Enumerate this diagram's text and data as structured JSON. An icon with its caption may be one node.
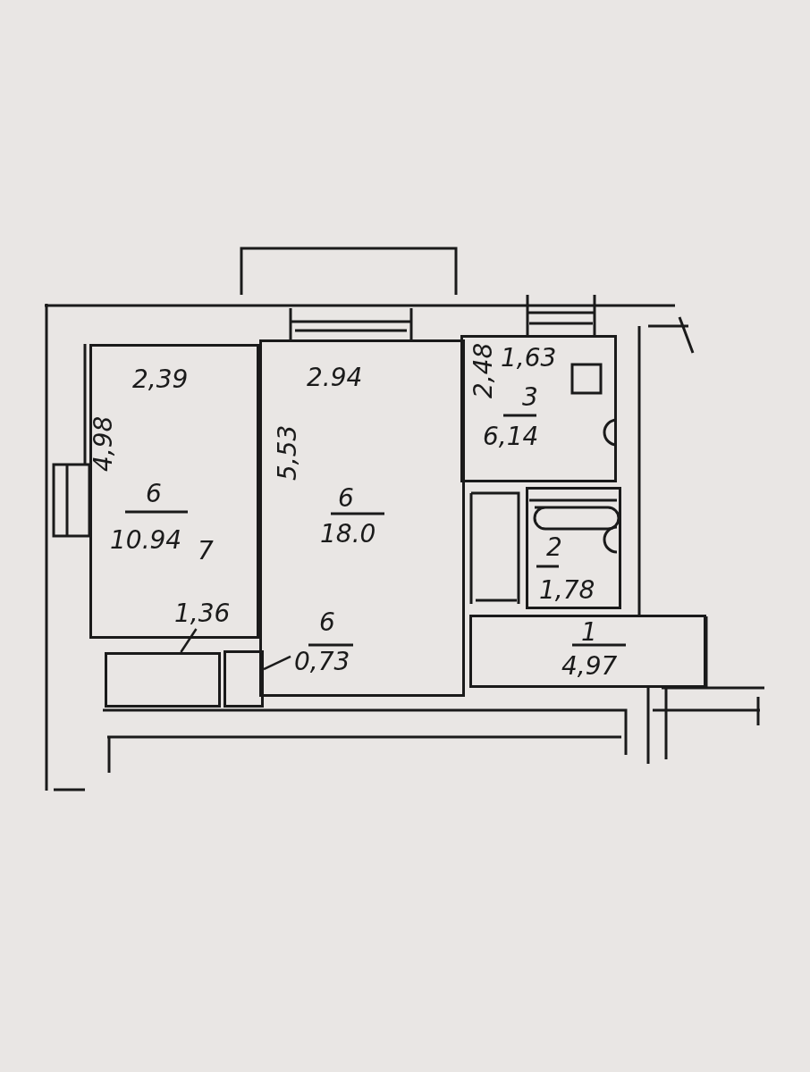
{
  "diagram": {
    "nodes": [
      {
        "text": [
          "2,39",
          "4,98",
          "6",
          "10.94",
          "7"
        ]
      },
      {
        "text": [
          "2.94",
          "5,53",
          "6",
          "18.0"
        ]
      },
      {
        "text": [
          "1,63",
          "2,48",
          "3",
          "6,14"
        ]
      },
      {
        "text": [
          "2",
          "1,78"
        ]
      },
      {
        "text": [
          "1",
          "4,97"
        ]
      },
      {
        "text": [
          "1,36"
        ],
        "in": 0
      },
      {
        "text": [],
        "shape": "box"
      },
      {
        "text": [
          "6",
          "0,73"
        ],
        "in": 1
      },
      {
        "text": [],
        "shape": "box"
      }
    ],
    "edges": [
      {
        "from": 5,
        "to": 6,
        "arrow": "none"
      },
      {
        "from": 7,
        "to": 8,
        "arrow": "none"
      }
    ]
  }
}
